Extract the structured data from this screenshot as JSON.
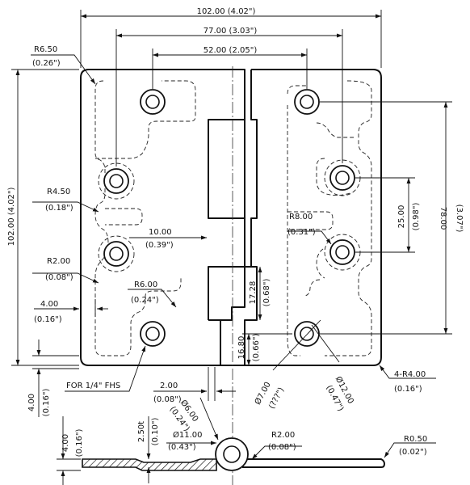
{
  "dimensions": {
    "overall_width": "102.00 (4.02\")",
    "outer_hole_spacing": "77.00 (3.03\")",
    "inner_hole_spacing": "52.00 (2.05\")",
    "overall_height": "102.00 (4.02\")",
    "right_hole_span_mm": "78.00",
    "right_hole_span_in": "(3.07\")",
    "hole_pitch_mm": "25.00",
    "hole_pitch_in": "(0.98\")",
    "knuckle_offset_mm": "17.28",
    "knuckle_offset_in": "(0.68\")",
    "bottom_hole_mm": "16.80",
    "bottom_hole_in": "(0.66\")",
    "r_corner_mm": "R6.50",
    "r_corner_in": "(0.26\")",
    "r_pocket_mm": "R4.50",
    "r_pocket_in": "(0.18\")",
    "r_small_mm": "R2.00",
    "r_small_in": "(0.08\")",
    "r_mid_mm": "R6.00",
    "r_mid_in": "(0.24\")",
    "r_right_mm": "R8.00",
    "r_right_in": "(0.31\")",
    "gap_mm": "10.00",
    "gap_in": "(0.39\")",
    "edge_mm": "4.00",
    "edge_in": "(0.16\")",
    "slot_mm": "2.00",
    "slot_in": "(0.08\")",
    "thick_mm": "4.00",
    "thick_in": "(0.16\")",
    "thick2_mm": "2.50t",
    "thick2_in": "(0.10\")",
    "pin_mm": "Ø6.00",
    "pin_in": "(0.24\")",
    "barrel_mm": "Ø11.00",
    "barrel_in": "(0.43\")",
    "r_barrel_mm": "R2.00",
    "r_barrel_in": "(0.08\")",
    "r_tip_mm": "R0.50",
    "r_tip_in": "(0.02\")",
    "hole_small_mm": "Ø7.00",
    "hole_small_in": "(???\")",
    "hole_large_mm": "Ø12.00",
    "hole_large_in": "(0.47\")",
    "corner_4r_mm": "4-R4.00",
    "corner_4r_in": "(0.16\")",
    "leader_note": "FOR 1/4\" FHS",
    "bottom_thick_mm": "4.00",
    "bottom_thick_in": "(0.16\")"
  },
  "colors": {
    "line": "#111111",
    "background": "#ffffff"
  }
}
